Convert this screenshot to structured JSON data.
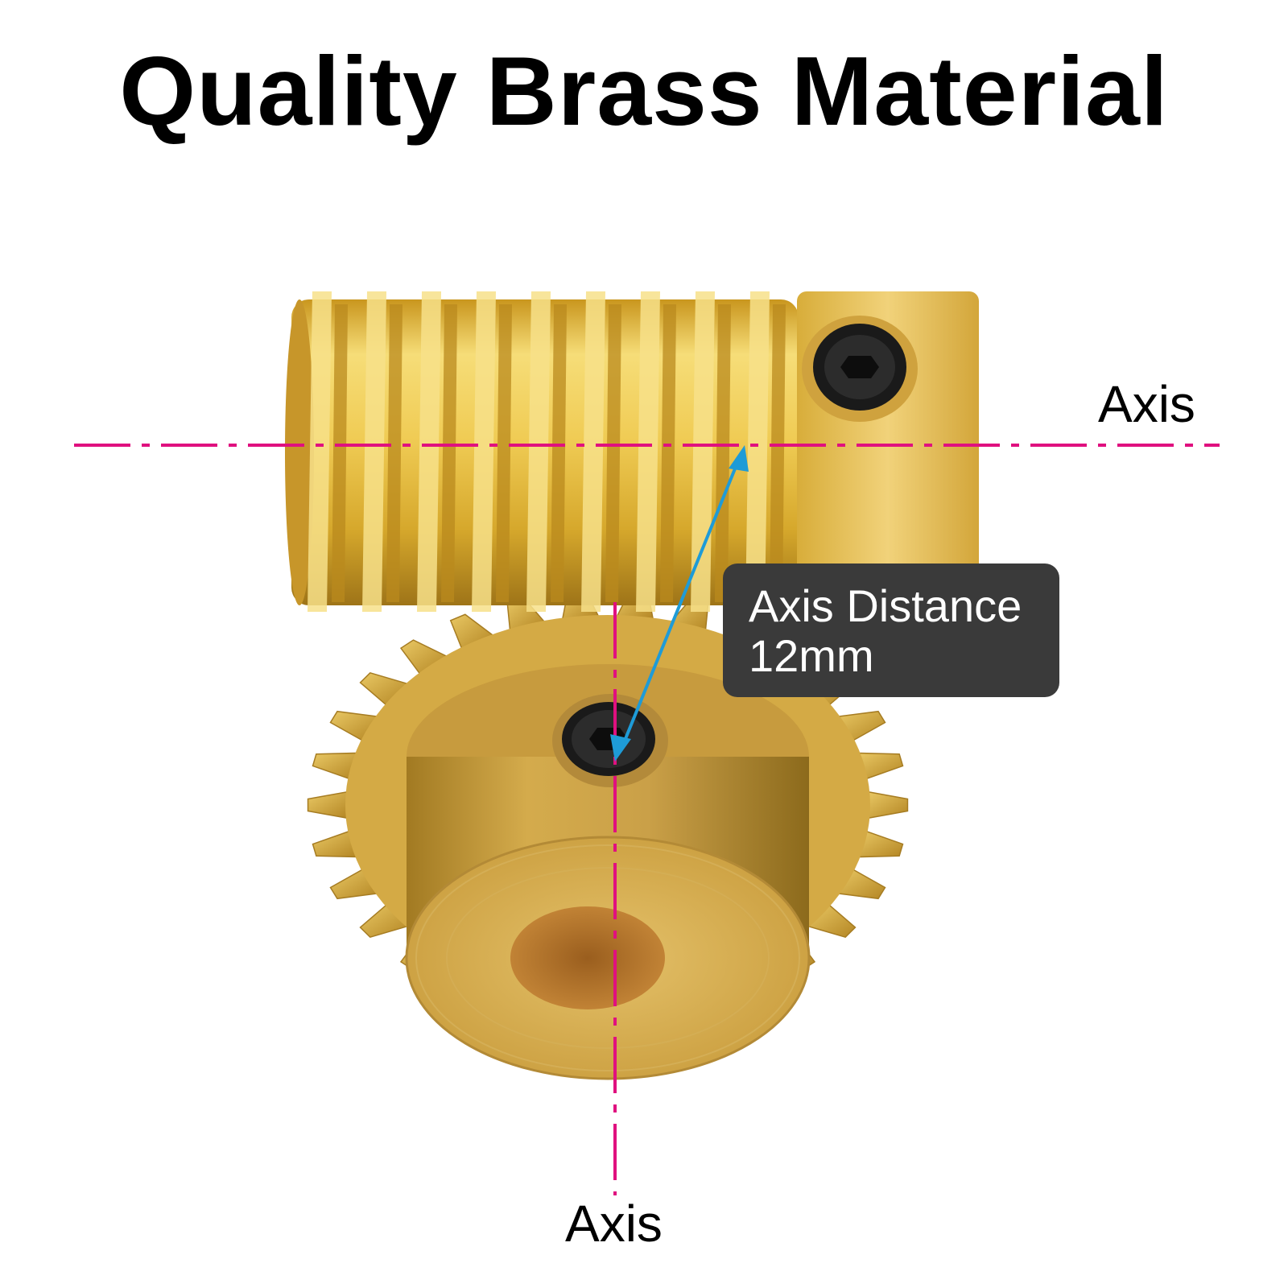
{
  "title": "Quality Brass Material",
  "axis_labels": {
    "horizontal": "Axis",
    "vertical": "Axis"
  },
  "callout": {
    "line1": "Axis Distance",
    "line2": "12mm"
  },
  "colors": {
    "axis_line": "#e0107f",
    "distance_arrow": "#1e9bd7",
    "callout_bg": "#3a3a3a",
    "brass_light": "#f2d46a",
    "brass_mid": "#d9ac2e",
    "brass_dark": "#9a7018"
  }
}
